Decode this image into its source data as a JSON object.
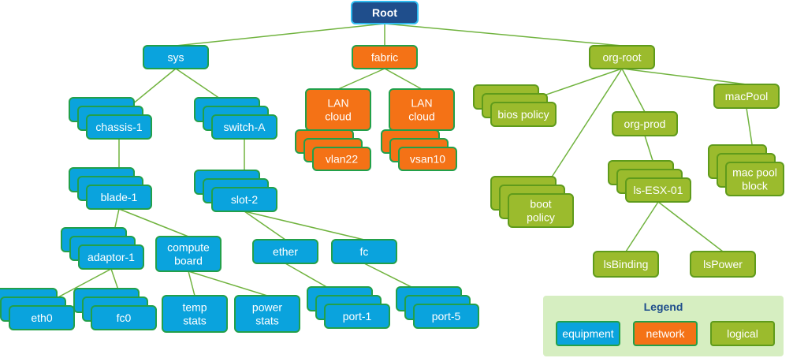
{
  "colors": {
    "equipment_fill": "#0aa3dd",
    "equipment_border": "#22a04a",
    "network_fill": "#f47216",
    "network_border": "#22a04a",
    "logical_fill": "#9bbb2d",
    "logical_border": "#5f9b1b",
    "root_fill": "#1f4e8c",
    "root_border": "#2ebbf0",
    "connector": "#70b33e",
    "legend_bg": "#d6eec1",
    "legend_title": "#1f4e8c"
  },
  "nodes": [
    {
      "id": "root",
      "label": "Root",
      "kind": "root"
    },
    {
      "id": "sys",
      "label": "sys",
      "kind": "equipment"
    },
    {
      "id": "fabric",
      "label": "fabric",
      "kind": "network"
    },
    {
      "id": "org-root",
      "label": "org-root",
      "kind": "logical"
    },
    {
      "id": "chassis-1",
      "label": "chassis-1",
      "kind": "equipment",
      "stacked": true
    },
    {
      "id": "switch-a",
      "label": "switch-A",
      "kind": "equipment",
      "stacked": true
    },
    {
      "id": "blade-1",
      "label": "blade-1",
      "kind": "equipment",
      "stacked": true
    },
    {
      "id": "slot-2",
      "label": "slot-2",
      "kind": "equipment",
      "stacked": true
    },
    {
      "id": "adaptor-1",
      "label": "adaptor-1",
      "kind": "equipment",
      "stacked": true
    },
    {
      "id": "compute-board",
      "label": "compute board",
      "kind": "equipment"
    },
    {
      "id": "eth0",
      "label": "eth0",
      "kind": "equipment",
      "stacked": true
    },
    {
      "id": "fc0",
      "label": "fc0",
      "kind": "equipment",
      "stacked": true
    },
    {
      "id": "temp-stats",
      "label": "temp stats",
      "kind": "equipment"
    },
    {
      "id": "power-stats",
      "label": "power stats",
      "kind": "equipment"
    },
    {
      "id": "ether",
      "label": "ether",
      "kind": "equipment"
    },
    {
      "id": "fc",
      "label": "fc",
      "kind": "equipment"
    },
    {
      "id": "port-1",
      "label": "port-1",
      "kind": "equipment",
      "stacked": true
    },
    {
      "id": "port-5",
      "label": "port-5",
      "kind": "equipment",
      "stacked": true
    },
    {
      "id": "lan-cloud-1",
      "label": "LAN cloud",
      "kind": "network"
    },
    {
      "id": "lan-cloud-2",
      "label": "LAN cloud",
      "kind": "network"
    },
    {
      "id": "vlan22",
      "label": "vlan22",
      "kind": "network",
      "stacked": true
    },
    {
      "id": "vsan10",
      "label": "vsan10",
      "kind": "network",
      "stacked": true
    },
    {
      "id": "bios-policy",
      "label": "bios policy",
      "kind": "logical",
      "stacked": true
    },
    {
      "id": "boot-policy",
      "label": "boot policy",
      "kind": "logical",
      "stacked": true
    },
    {
      "id": "org-prod",
      "label": "org-prod",
      "kind": "logical"
    },
    {
      "id": "macpool",
      "label": "macPool",
      "kind": "logical"
    },
    {
      "id": "ls-esx-01",
      "label": "ls-ESX-01",
      "kind": "logical",
      "stacked": true
    },
    {
      "id": "mac-pool-block",
      "label": "mac pool block",
      "kind": "logical",
      "stacked": true
    },
    {
      "id": "lsbinding",
      "label": "lsBinding",
      "kind": "logical"
    },
    {
      "id": "lspower",
      "label": "lsPower",
      "kind": "logical"
    }
  ],
  "edges": [
    [
      "root",
      "sys"
    ],
    [
      "root",
      "fabric"
    ],
    [
      "root",
      "org-root"
    ],
    [
      "sys",
      "chassis-1"
    ],
    [
      "sys",
      "switch-a"
    ],
    [
      "chassis-1",
      "blade-1"
    ],
    [
      "switch-a",
      "slot-2"
    ],
    [
      "blade-1",
      "adaptor-1"
    ],
    [
      "blade-1",
      "compute-board"
    ],
    [
      "adaptor-1",
      "eth0"
    ],
    [
      "adaptor-1",
      "fc0"
    ],
    [
      "compute-board",
      "temp-stats"
    ],
    [
      "compute-board",
      "power-stats"
    ],
    [
      "slot-2",
      "ether"
    ],
    [
      "slot-2",
      "fc"
    ],
    [
      "ether",
      "port-1"
    ],
    [
      "fc",
      "port-5"
    ],
    [
      "fabric",
      "lan-cloud-1"
    ],
    [
      "fabric",
      "lan-cloud-2"
    ],
    [
      "lan-cloud-1",
      "vlan22"
    ],
    [
      "lan-cloud-2",
      "vsan10"
    ],
    [
      "org-root",
      "bios-policy"
    ],
    [
      "org-root",
      "boot-policy"
    ],
    [
      "org-root",
      "org-prod"
    ],
    [
      "org-root",
      "macpool"
    ],
    [
      "org-prod",
      "ls-esx-01"
    ],
    [
      "macpool",
      "mac-pool-block"
    ],
    [
      "ls-esx-01",
      "lsbinding"
    ],
    [
      "ls-esx-01",
      "lspower"
    ]
  ],
  "legend": {
    "title": "Legend",
    "equipment": "equipment",
    "network": "network",
    "logical": "logical"
  }
}
